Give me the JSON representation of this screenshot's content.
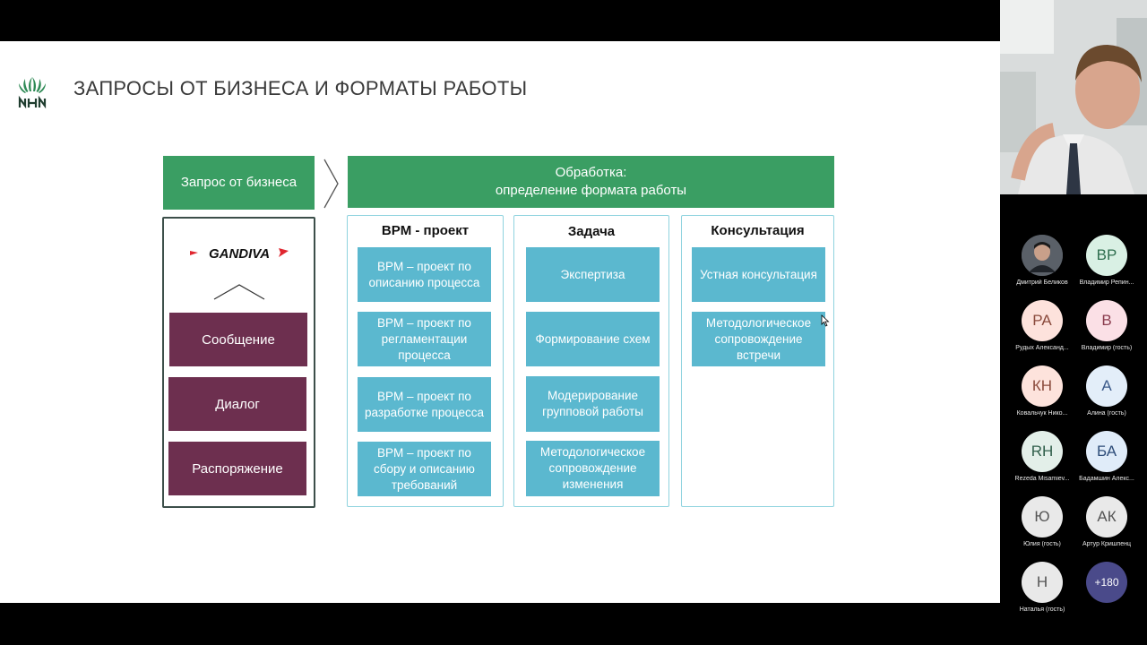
{
  "slide": {
    "title": "ЗАПРОСЫ ОТ БИЗНЕСА И ФОРМАТЫ РАБОТЫ",
    "request_header": "Запрос от бизнеса",
    "processing_header_line1": "Обработка:",
    "processing_header_line2": "определение формата работы",
    "brand_text": "GANDIVA",
    "request_items": [
      "Сообщение",
      "Диалог",
      "Распоряжение"
    ],
    "columns": [
      {
        "title": "BPM - проект",
        "items": [
          "BPM – проект по описанию процесса",
          "BPM – проект по регламентации процесса",
          "BPM – проект по разработке процесса",
          "BPM – проект по сбору и описанию требований"
        ]
      },
      {
        "title": "Задача",
        "items": [
          "Экспертиза",
          "Формирование схем",
          "Модерирование групповой работы",
          "Методологическое сопровождение изменения"
        ]
      },
      {
        "title": "Консультация",
        "items": [
          "Устная консультация",
          "Методологическое сопровождение встречи"
        ]
      }
    ],
    "colors": {
      "green": "#3a9e63",
      "tile": "#5bb8cf",
      "purple": "#6d2f4f"
    }
  },
  "participants": [
    {
      "initials": "",
      "name": "Дмитрий Беликов",
      "color": "#4a4f58",
      "photo": true
    },
    {
      "initials": "ВР",
      "name": "Владимир Репин...",
      "color": "#d9f0e4"
    },
    {
      "initials": "РА",
      "name": "Рудых Александ...",
      "color": "#fde2dc"
    },
    {
      "initials": "В",
      "name": "Владимир (гость)",
      "color": "#fbe0e6"
    },
    {
      "initials": "КН",
      "name": "Ковальчук Нико...",
      "color": "#fde3dc"
    },
    {
      "initials": "А",
      "name": "Алина (гость)",
      "color": "#e3eef9"
    },
    {
      "initials": "RH",
      "name": "Rezeda Misamiev...",
      "color": "#e3efe9"
    },
    {
      "initials": "БА",
      "name": "Бадамшин Алекс...",
      "color": "#e0ecf9"
    },
    {
      "initials": "Ю",
      "name": "Юлия (гость)",
      "color": "#e9e9e9"
    },
    {
      "initials": "АК",
      "name": "Артур Кришпенц",
      "color": "#e9e9e9"
    },
    {
      "initials": "Н",
      "name": "Наталья (гость)",
      "color": "#e9e9e9"
    }
  ],
  "more_participants": "+180"
}
